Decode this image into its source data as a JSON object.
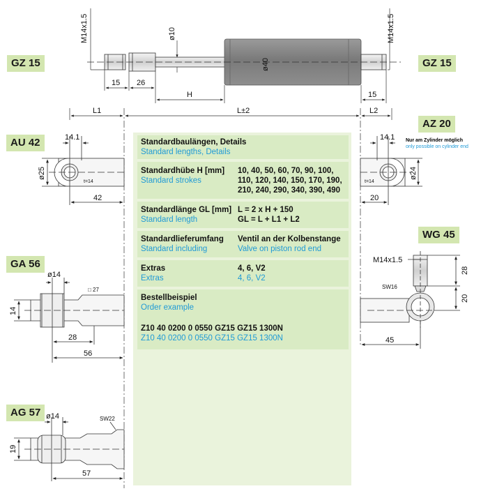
{
  "labels": {
    "gz15_left": "GZ 15",
    "gz15_right": "GZ 15",
    "au42": "AU 42",
    "az20": "AZ 20",
    "ga56": "GA 56",
    "wg45": "WG 45",
    "ag57": "AG 57"
  },
  "note": {
    "de": "Nur am Zylinder möglich",
    "en": "only possible on cylinder end"
  },
  "dims": {
    "m14x15_left": "M14x1.5",
    "m14x15_right": "M14x1.5",
    "d10": "ø10",
    "d40": "ø40",
    "d15a": "15",
    "d26": "26",
    "h": "H",
    "d15b": "15",
    "l1": "L1",
    "lpm2": "L±2",
    "l2": "L2",
    "au_141": "14.1",
    "au_d25": "ø25",
    "au_t14": "t=14",
    "au_42": "42",
    "az_141": "14.1",
    "az_d24": "ø24",
    "az_t14": "t=14",
    "az_20": "20",
    "ga_d14": "ø14",
    "ga_sq27": "□ 27",
    "ga_14": "14",
    "ga_28": "28",
    "ga_56": "56",
    "wg_m14": "M14x1.5",
    "wg_28": "28",
    "wg_sw16": "SW16",
    "wg_20": "20",
    "wg_45": "45",
    "ag_d14": "ø14",
    "ag_sw22": "SW22",
    "ag_19": "19",
    "ag_57": "57"
  },
  "panel": {
    "s1": {
      "title_de": "Standardbaulängen, Details",
      "title_en": "Standard lengths, Details"
    },
    "s2": {
      "label_de": "Standardhübe H [mm]",
      "label_en": "Standard strokes",
      "v1": "10, 40, 50, 60, 70, 90, 100,",
      "v2": "110, 120, 140, 150, 170, 190,",
      "v3": "210, 240, 290, 340, 390, 490"
    },
    "s3": {
      "label_de": "Standardlänge GL [mm]",
      "label_en": "Standard length",
      "v1": "L = 2 x H + 150",
      "v2": "GL = L + L1 + L2"
    },
    "s4": {
      "label_de": "Standardlieferumfang",
      "label_en": "Standard including",
      "v_de": "Ventil an der Kolbenstange",
      "v_en": "Valve on piston rod end"
    },
    "s5": {
      "label_de": "Extras",
      "label_en": "Extras",
      "v_de": "4, 6, V2",
      "v_en": "4, 6, V2"
    },
    "s6": {
      "title_de": "Bestellbeispiel",
      "title_en": "Order example",
      "code_de": "Z10 40 0200 0 0550 GZ15 GZ15 1300N",
      "code_en": "Z10 40 0200 0 0550 GZ15 GZ15 1300N"
    }
  },
  "colors": {
    "label_bg": "#d3e6b0",
    "panel_bg": "#eaf3dc",
    "section_bg": "#d9ebc4",
    "cyan": "#1f9ad6",
    "cylinder": "#8a8a8a"
  }
}
